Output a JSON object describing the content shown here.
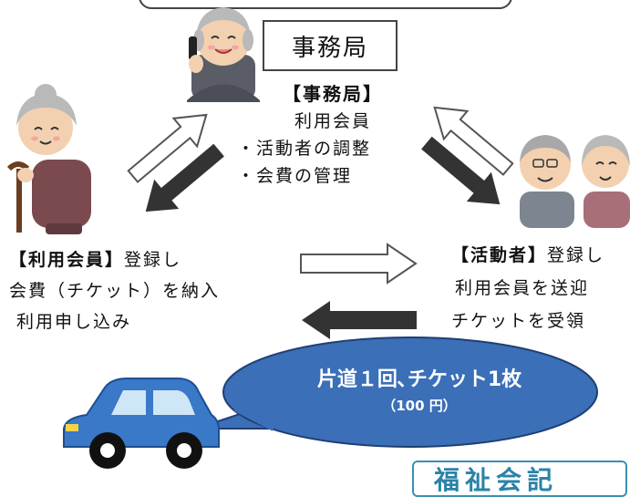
{
  "office_box": {
    "label": "事務局"
  },
  "office": {
    "heading": "【事務局】",
    "lines": [
      "利用会員",
      "・活動者の調整",
      "・会費の管理"
    ]
  },
  "user": {
    "heading": "【利用会員】",
    "line1_rest": "登録し",
    "line2": "会費（チケット）を納入",
    "line3": "利用申し込み"
  },
  "activist": {
    "heading": "【活動者】",
    "line1_rest": "登録し",
    "line2": "利用会員を送迎",
    "line3": "チケットを受領"
  },
  "bubble": {
    "main": "片道１回､チケット1枚",
    "sub": "（100 円）"
  },
  "logo": {
    "text": "福祉会記"
  },
  "colors": {
    "bubble_fill": "#3b6fb7",
    "car_body": "#3a78c8",
    "arrow_dark": "#333333",
    "arrow_outline": "#555555"
  }
}
